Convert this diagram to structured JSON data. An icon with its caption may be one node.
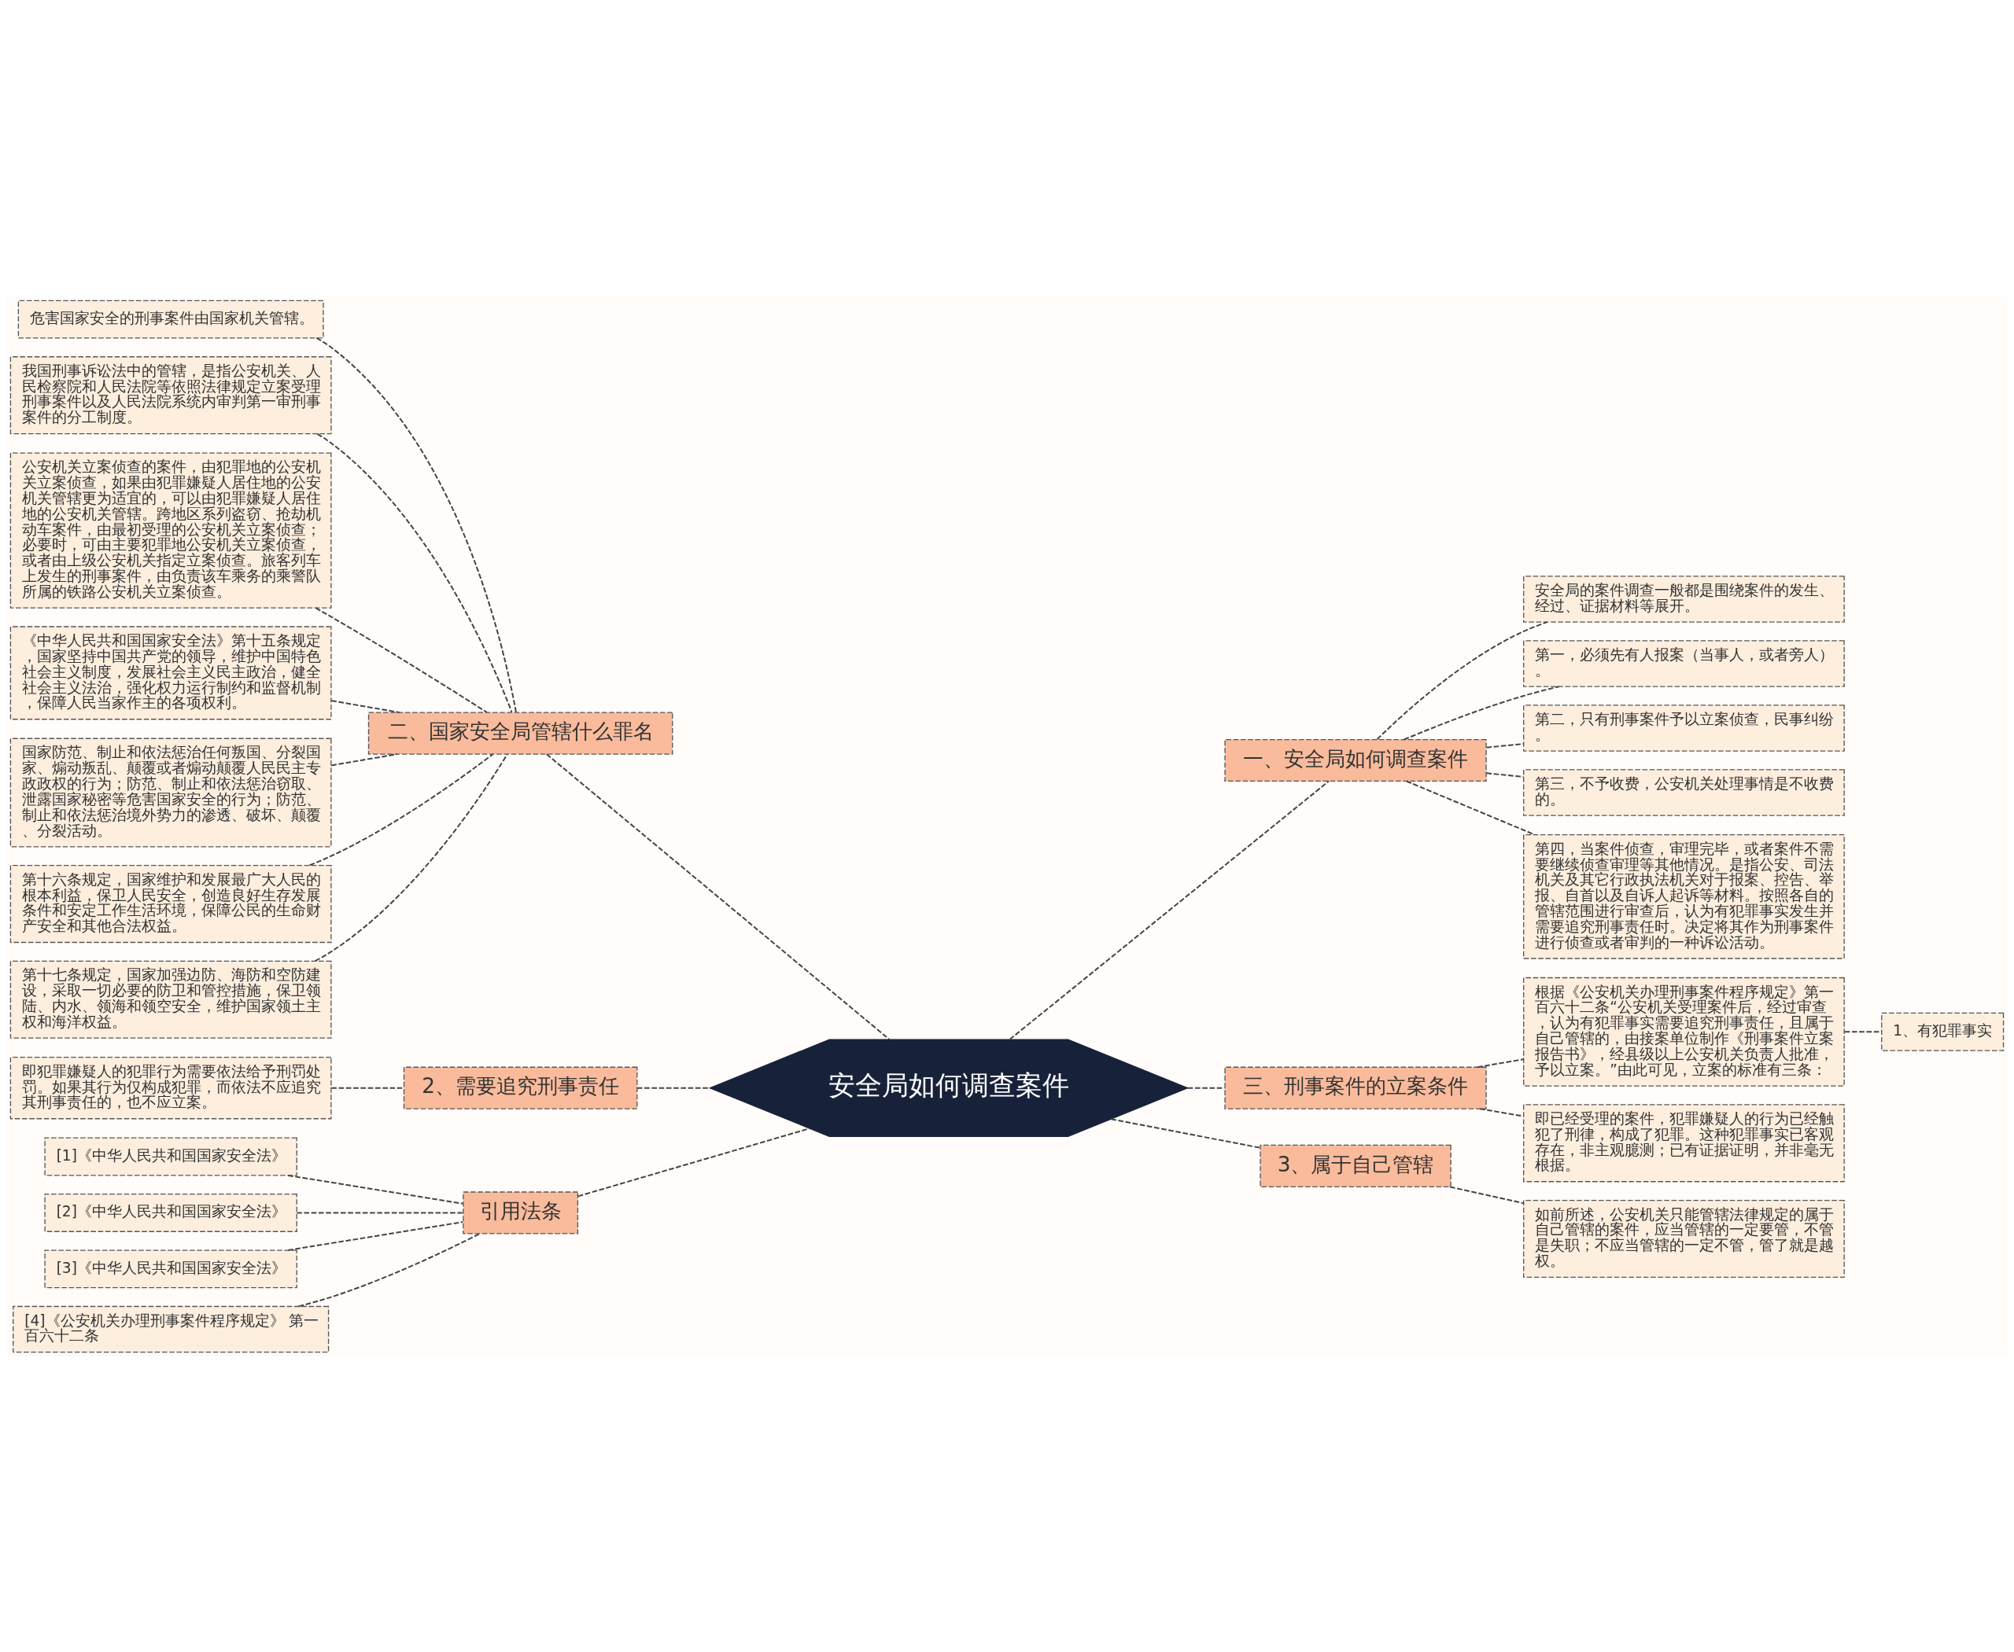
{
  "diagram": {
    "nodes": [
      {
        "text": [
          "安全局如何调查案件"
        ]
      },
      {
        "text": [
          "二、国家安全局管辖什么罪名"
        ]
      },
      {
        "text": [
          "危害国家安全的刑事案件由国家机关管辖。"
        ]
      },
      {
        "text": [
          "我国刑事诉讼法中的管辖，是指公安机关、人民检察院和人民法院等依照法律规定立案受理刑事案件以及人民法院系统内审判第一审刑事案件的分工制度。"
        ]
      },
      {
        "text": [
          "公安机关立案侦查的案件，由犯罪地的公安机关立案侦查，如果由犯罪嫌疑人居住地的公安机关管辖更为适宜的，可以由犯罪嫌疑人居住地的公安机关管辖。跨地区系列盗窃、抢劫机动车案件，由最初受理的公安机关立案侦查；必要时，可由主要犯罪地公安机关立案侦查，或者由上级公安机关指定立案侦查。旅客列车上发生的刑事案件，由负责该车乘务的乘警队所属的铁路公安机关立案侦查。"
        ]
      },
      {
        "text": [
          "《中华人民共和国国家安全法》第十五条规定，国家坚持中国共产党的领导，维护中国特色社会主义制度，发展社会主义民主政治，健全社会主义法治，强化权力运行制约和监督机制，保障人民当家作主的各项权利。"
        ]
      },
      {
        "text": [
          "国家防范、制止和依法惩治任何叛国、分裂国家、煽动叛乱、颠覆或者煽动颠覆人民民主专政政权的行为；防范、制止和依法惩治窃取、泄露国家秘密等危害国家安全的行为；防范、制止和依法惩治境外势力的渗透、破坏、颠覆、分裂活动。"
        ]
      },
      {
        "text": [
          "第十六条规定，国家维护和发展最广大人民的根本利益，保卫人民安全，创造良好生存发展条件和安定工作生活环境，保障公民的生命财产安全和其他合法权益。"
        ]
      },
      {
        "text": [
          "第十七条规定，国家加强边防、海防和空防建设，采取一切必要的防卫和管控措施，保卫领陆、内水、领海和领空安全，维护国家领土主权和海洋权益。"
        ]
      },
      {
        "text": [
          "2、需要追究刑事责任"
        ]
      },
      {
        "text": [
          "即犯罪嫌疑人的犯罪行为需要依法给予刑罚处罚。如果其行为仅构成犯罪，而依法不应追究其刑事责任的，也不应立案。"
        ]
      },
      {
        "text": [
          "引用法条"
        ]
      },
      {
        "text": [
          "[1]《中华人民共和国国家安全法》"
        ]
      },
      {
        "text": [
          "[2]《中华人民共和国国家安全法》"
        ]
      },
      {
        "text": [
          "[3]《中华人民共和国国家安全法》"
        ]
      },
      {
        "text": [
          "[4]《公安机关办理刑事案件程序规定》 第一百六十二条"
        ]
      },
      {
        "text": [
          "一、安全局如何调查案件"
        ]
      },
      {
        "text": [
          "安全局的案件调查一般都是围绕案件的发生、经过、证据材料等展开。"
        ]
      },
      {
        "text": [
          "第一，必须先有人报案（当事人，或者旁人）。"
        ]
      },
      {
        "text": [
          "第二，只有刑事案件予以立案侦查，民事纠纷。"
        ]
      },
      {
        "text": [
          "第三，不予收费，公安机关处理事情是不收费的。"
        ]
      },
      {
        "text": [
          "第四，当案件侦查，审理完毕，或者案件不需要继续侦查审理等其他情况。是指公安、司法机关及其它行政执法机关对于报案、控告、举报、自首以及自诉人起诉等材料。按照各自的管辖范围进行审查后，认为有犯罪事实发生并需要追究刑事责任时。决定将其作为刑事案件进行侦查或者审判的一种诉讼活动。"
        ]
      },
      {
        "text": [
          "三、刑事案件的立案条件"
        ]
      },
      {
        "text": [
          "根据《公安机关办理刑事案件程序规定》第一百六十二条“公安机关受理案件后，经过审查，认为有犯罪事实需要追究刑事责任，且属于自己管辖的，由接案单位制作《刑事案件立案报告书》，经县级以上公安机关负责人批准，予以立案。”由此可见，立案的标准有三条："
        ]
      },
      {
        "text": [
          "1、有犯罪事实"
        ]
      },
      {
        "text": [
          "即已经受理的案件，犯罪嫌疑人的行为已经触犯了刑律，构成了犯罪。这种犯罪事实已客观存在，非主观臆测；已有证据证明，并非毫无根据。"
        ]
      },
      {
        "text": [
          "3、属于自己管辖"
        ]
      },
      {
        "text": [
          "如前所述，公安机关只能管辖法律规定的属于自己管辖的案件，应当管辖的一定要管，不管是失职；不应当管辖的一定不管，管了就是越权。"
        ]
      }
    ],
    "edges": [
      {
        "from": 2,
        "to": 1,
        "arrow": "none"
      },
      {
        "from": 3,
        "to": 1,
        "arrow": "none"
      },
      {
        "from": 4,
        "to": 1,
        "arrow": "none"
      },
      {
        "from": 5,
        "to": 1,
        "arrow": "none"
      },
      {
        "from": 6,
        "to": 1,
        "arrow": "none"
      },
      {
        "from": 7,
        "to": 1,
        "arrow": "none"
      },
      {
        "from": 8,
        "to": 1,
        "arrow": "none"
      },
      {
        "from": 1,
        "to": 0,
        "arrow": "none"
      },
      {
        "from": 10,
        "to": 9,
        "arrow": "none"
      },
      {
        "from": 9,
        "to": 0,
        "arrow": "none"
      },
      {
        "from": 12,
        "to": 11,
        "arrow": "none"
      },
      {
        "from": 13,
        "to": 11,
        "arrow": "none"
      },
      {
        "from": 14,
        "to": 11,
        "arrow": "none"
      },
      {
        "from": 15,
        "to": 11,
        "arrow": "none"
      },
      {
        "from": 11,
        "to": 0,
        "arrow": "none"
      },
      {
        "from": 0,
        "to": 16,
        "arrow": "none"
      },
      {
        "from": 16,
        "to": 17,
        "arrow": "none"
      },
      {
        "from": 16,
        "to": 18,
        "arrow": "none"
      },
      {
        "from": 16,
        "to": 19,
        "arrow": "none"
      },
      {
        "from": 16,
        "to": 20,
        "arrow": "none"
      },
      {
        "from": 16,
        "to": 21,
        "arrow": "none"
      },
      {
        "from": 0,
        "to": 22,
        "arrow": "none"
      },
      {
        "from": 22,
        "to": 23,
        "arrow": "none"
      },
      {
        "from": 23,
        "to": 24,
        "arrow": "none"
      },
      {
        "from": 22,
        "to": 25,
        "arrow": "none"
      },
      {
        "from": 0,
        "to": 26,
        "arrow": "none"
      },
      {
        "from": 26,
        "to": 27,
        "arrow": "none"
      }
    ]
  }
}
